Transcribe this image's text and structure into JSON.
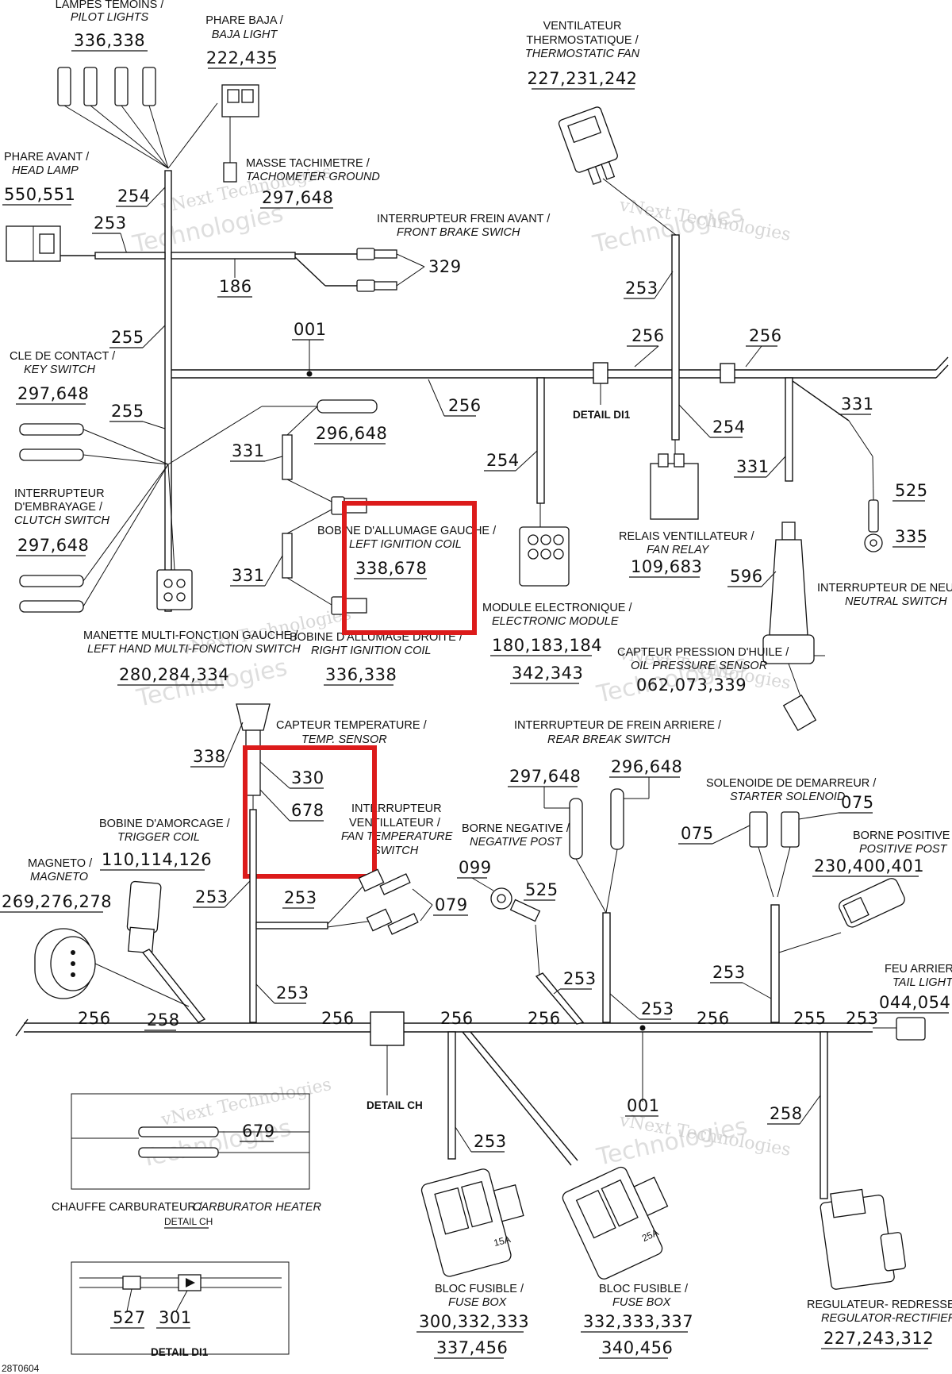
{
  "diagram_id": "28T0604",
  "watermark": "vNext Technologies",
  "highlight_color": "#dc1b1b",
  "components": {
    "pilot_lights": {
      "fr": "LAMPES TEMOINS /",
      "en": "PILOT LIGHTS",
      "refs": "336,338"
    },
    "baja_light": {
      "fr": "PHARE BAJA /",
      "en": "BAJA LIGHT",
      "refs": "222,435"
    },
    "thermo_fan": {
      "fr1": "VENTILATEUR",
      "fr2": "THERMOSTATIQUE /",
      "en": "THERMOSTATIC FAN",
      "refs": "227,231,242"
    },
    "head_lamp": {
      "fr": "PHARE AVANT /",
      "en": "HEAD LAMP",
      "refs": "550,551"
    },
    "tacho_ground": {
      "fr": "MASSE TACHIMETRE /",
      "en": "TACHOMETER GROUND",
      "refs": "297,648"
    },
    "front_brake": {
      "fr": "INTERRUPTEUR FREIN AVANT /",
      "en": "FRONT BRAKE SWICH"
    },
    "key_switch": {
      "fr": "CLE DE CONTACT /",
      "en": "KEY SWITCH",
      "refs": "297,648"
    },
    "clutch_switch": {
      "fr1": "INTERRUPTEUR",
      "fr2": "D'EMBRAYAGE /",
      "en": "CLUTCH SWITCH",
      "refs": "297,648"
    },
    "left_coil": {
      "fr": "BOBINE D'ALLUMAGE GAUCHE /",
      "en": "LEFT IGNITION COIL",
      "refs": "338,678"
    },
    "right_coil": {
      "fr": "BOBINE D'ALLUMAGE DROITE /",
      "en": "RIGHT IGNITION COIL",
      "refs": "336,338"
    },
    "left_multi": {
      "fr": "MANETTE MULTI-FONCTION GAUCHE /",
      "en": "LEFT HAND MULTI-FONCTION SWITCH",
      "refs": "280,284,334"
    },
    "electronic_module": {
      "fr": "MODULE ELECTRONIQUE /",
      "en": "ELECTRONIC MODULE",
      "refs1": "180,183,184",
      "refs2": "342,343"
    },
    "fan_relay": {
      "fr": "RELAIS VENTILLATEUR /",
      "en": "FAN RELAY",
      "refs": "109,683"
    },
    "neutral_switch": {
      "fr": "INTERRUPTEUR DE NEUTRE /",
      "en": "NEUTRAL SWITCH"
    },
    "oil_pressure": {
      "fr": "CAPTEUR PRESSION D'HUILE /",
      "en": "OIL PRESSURE SENSOR",
      "refs": "062,073,339"
    },
    "temp_sensor": {
      "fr": "CAPTEUR TEMPERATURE /",
      "en": "TEMP. SENSOR"
    },
    "fan_temp_switch": {
      "fr1": "INTERRUPTEUR",
      "fr2": "VENTILLATEUR /",
      "en1": "FAN TEMPERATURE",
      "en2": "SWITCH"
    },
    "rear_brake": {
      "fr": "INTERRUPTEUR DE FREIN ARRIERE /",
      "en": "REAR BREAK SWITCH"
    },
    "trigger_coil": {
      "fr": "BOBINE D'AMORCAGE /",
      "en": "TRIGGER COIL",
      "refs": "110,114,126"
    },
    "magneto": {
      "fr": "MAGNETO /",
      "en": "MAGNETO",
      "refs": "269,276,278"
    },
    "negative_post": {
      "fr": "BORNE NEGATIVE /",
      "en": "NEGATIVE POST"
    },
    "starter_solenoid": {
      "fr": "SOLENOIDE DE DEMARREUR /",
      "en": "STARTER SOLENOID"
    },
    "positive_post": {
      "fr": "BORNE POSITIVE /",
      "en": "POSITIVE POST",
      "refs": "230,400,401"
    },
    "tail_light": {
      "fr": "FEU ARRIERE /",
      "en": "TAIL LIGHT",
      "refs": "044,054"
    },
    "carb_heater": {
      "fr": "CHAUFFE CARBURATEUR /",
      "en": "CARBURATOR HEATER"
    },
    "fuse_box_1": {
      "fr": "BLOC FUSIBLE /",
      "en": "FUSE BOX",
      "refs1": "300,332,333",
      "refs2": "337,456",
      "rating": "15A"
    },
    "fuse_box_2": {
      "fr": "BLOC FUSIBLE /",
      "en": "FUSE BOX",
      "refs1": "332,333,337",
      "refs2": "340,456",
      "rating": "25A"
    },
    "regulator": {
      "fr": "REGULATEUR- REDRESSEUR /",
      "en": "REGULATOR-RECTIFIER",
      "refs": "227,243,312"
    }
  },
  "details": {
    "di1": "DETAIL DI1",
    "ch": "DETAIL CH"
  },
  "wire_numbers": {
    "w254": "254",
    "w253": "253",
    "w186": "186",
    "w329": "329",
    "w255": "255",
    "w001": "001",
    "w256": "256",
    "w331": "331",
    "w296_648": "296,648",
    "w525": "525",
    "w335": "335",
    "w596": "596",
    "w338": "338",
    "w330": "330",
    "w678": "678",
    "w079": "079",
    "w297_648": "297,648",
    "w075": "075",
    "w099": "099",
    "w258": "258",
    "w679": "679",
    "w527": "527",
    "w301": "301"
  }
}
